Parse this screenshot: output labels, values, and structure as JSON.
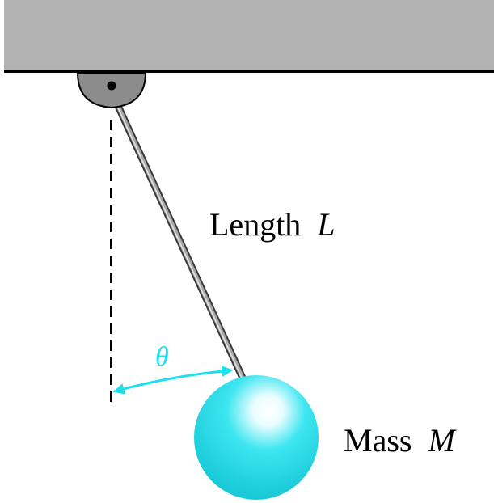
{
  "labels": {
    "length_word": "Length",
    "length_symbol": "L",
    "mass_word": "Mass",
    "mass_symbol": "M",
    "angle_symbol": "θ"
  },
  "colors": {
    "ceiling": "#b3b3b3",
    "ceiling_edge": "#000000",
    "pivot": "#8c8c8c",
    "rod": "#a6a6a6",
    "bob": "#22d4e0",
    "angle_accent": "#19e0ec",
    "reference_line": "#000000"
  }
}
